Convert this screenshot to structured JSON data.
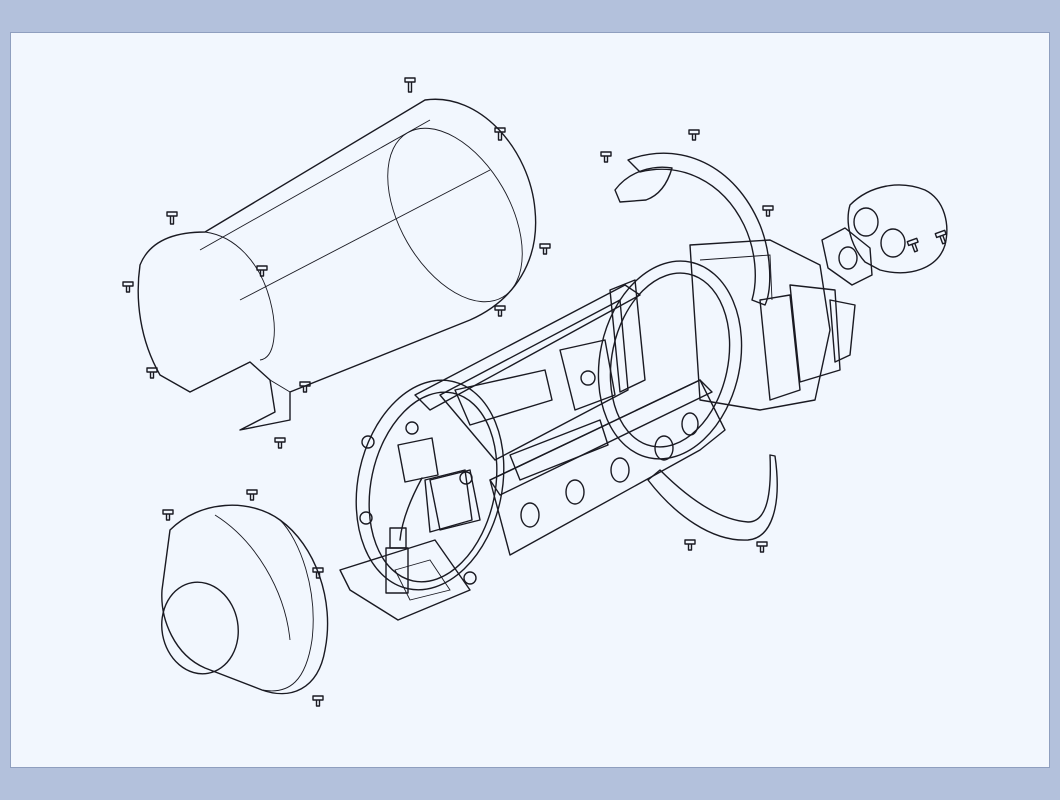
{
  "viewport": {
    "background": "#f2f7fe",
    "border": "#b3c1dc"
  },
  "colors": {
    "shell": "#eef2fb",
    "shell_shade": "#d7deee",
    "metal": "#c9d1e2",
    "metal_dark": "#9aa4bd",
    "copper": "#d9a27f",
    "brass": "#d4b04a",
    "blue_tube": "#8fb4e6",
    "line": "#1a1a22"
  },
  "components": [
    {
      "id": "cylindrical-shell",
      "label": ""
    },
    {
      "id": "nose-cone",
      "label": ""
    },
    {
      "id": "frame-chassis",
      "label": ""
    },
    {
      "id": "end-flange",
      "label": ""
    },
    {
      "id": "rear-ring-upper",
      "label": ""
    },
    {
      "id": "rear-ring-lower",
      "label": ""
    },
    {
      "id": "motor-block",
      "label": ""
    },
    {
      "id": "end-cap",
      "label": ""
    },
    {
      "id": "mount-bracket",
      "label": ""
    },
    {
      "id": "copper-plate",
      "label": ""
    },
    {
      "id": "screws",
      "label": ""
    }
  ]
}
